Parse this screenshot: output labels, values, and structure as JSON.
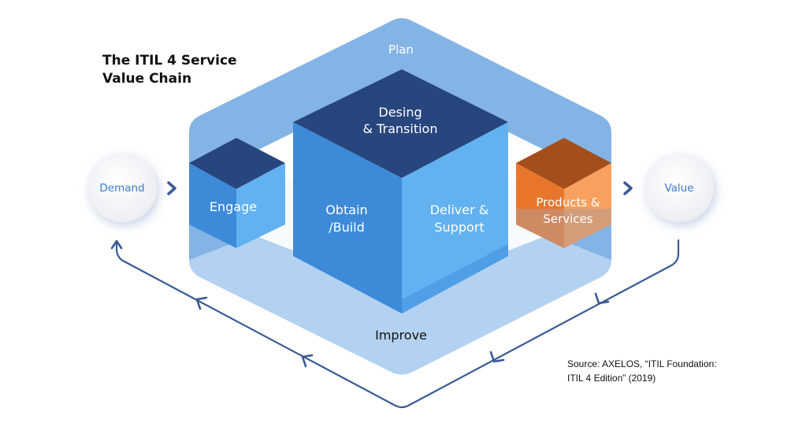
{
  "title": {
    "line1": "The ITIL 4 Service",
    "line2": "Value Chain"
  },
  "regions": {
    "plan": "Plan",
    "improve": "Improve"
  },
  "blocks": {
    "design": {
      "line1": "Desing",
      "line2": "& Transition"
    },
    "engage": {
      "line1": "Engage"
    },
    "obtain": {
      "line1": "Obtain",
      "line2": "/Build"
    },
    "deliver": {
      "line1": "Deliver &",
      "line2": "Support"
    },
    "products": {
      "line1": "Products &",
      "line2": "Services"
    }
  },
  "nodes": {
    "demand": "Demand",
    "value": "Value"
  },
  "source": {
    "line1": "Source: AXELOS, “ITIL Foundation:",
    "line2": "ITIL 4 Edition” (2019)"
  },
  "colors": {
    "plan": "#84b4e6",
    "improve": "#b3d1f0",
    "navy": "#27467d",
    "blue_mid": "#3d8ad9",
    "blue_light": "#62b1f0",
    "orange_top": "#a34f1b",
    "orange_left": "#e8762a",
    "orange_right": "#f7a060",
    "arrow": "#3a5a94",
    "node_text": "#3d7cc9"
  }
}
